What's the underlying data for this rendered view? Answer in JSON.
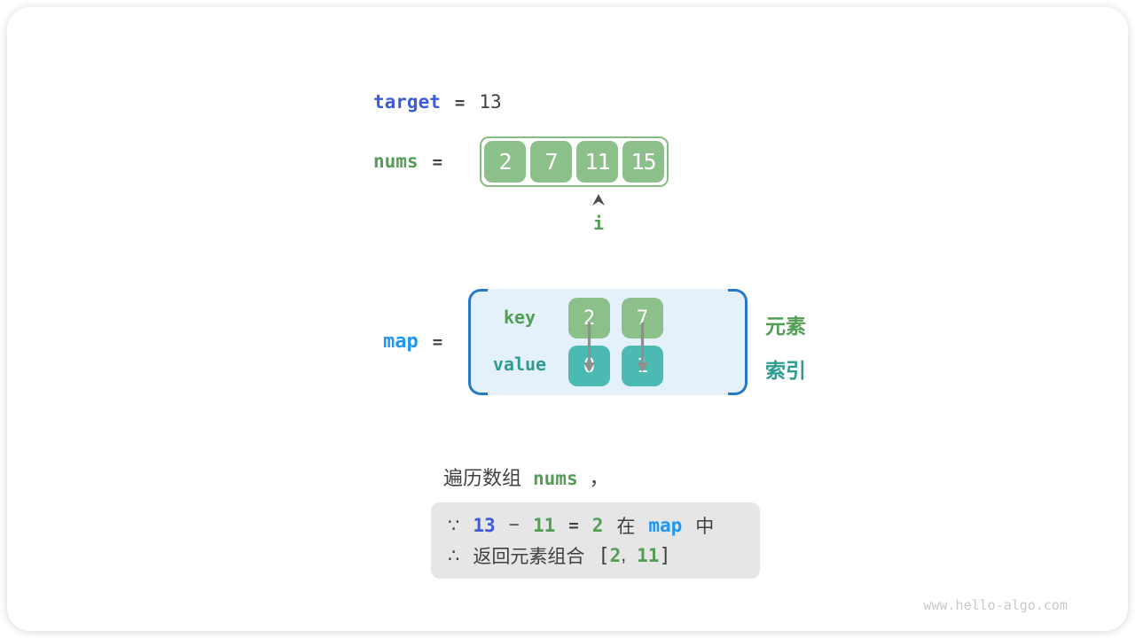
{
  "colors": {
    "target_blue": "#3d5cd6",
    "map_cyan": "#2196f3",
    "text_green": "#539e55",
    "text_teal": "#2f9c92",
    "cell_green": "#8cc08a",
    "cell_teal": "#4abab2",
    "map_box_fill": "#e4f1fa",
    "map_bracket_blue": "#2878c8",
    "note_box_gray": "#e6e6e6",
    "dark_text": "#404040"
  },
  "target_line": {
    "label": "target",
    "equals": "=",
    "value": "13"
  },
  "nums_line": {
    "label": "nums",
    "equals": "=",
    "cells": [
      "2",
      "7",
      "11",
      "15"
    ],
    "pointer_label": "i"
  },
  "map_section": {
    "label": "map",
    "equals": "=",
    "key_row_label": "key",
    "value_row_label": "value",
    "keys": [
      "2",
      "7"
    ],
    "values": [
      "0",
      "1"
    ],
    "element_label": "元素",
    "index_label": "索引"
  },
  "caption": {
    "text": "遍历数组",
    "code": "nums",
    "comma": "，"
  },
  "note_box": {
    "line1": {
      "because": "∵",
      "minuend": "13",
      "minus": "−",
      "subtrahend": "11",
      "equals": "=",
      "difference": "2",
      "zai": "在",
      "map": "map",
      "zhong": "中"
    },
    "line2": {
      "therefore": "∴",
      "text": "返回元素组合",
      "bracket_open": "[",
      "first": "2",
      "comma": ",",
      "second": "11",
      "bracket_close": "]"
    }
  },
  "watermark": "www.hello-algo.com"
}
